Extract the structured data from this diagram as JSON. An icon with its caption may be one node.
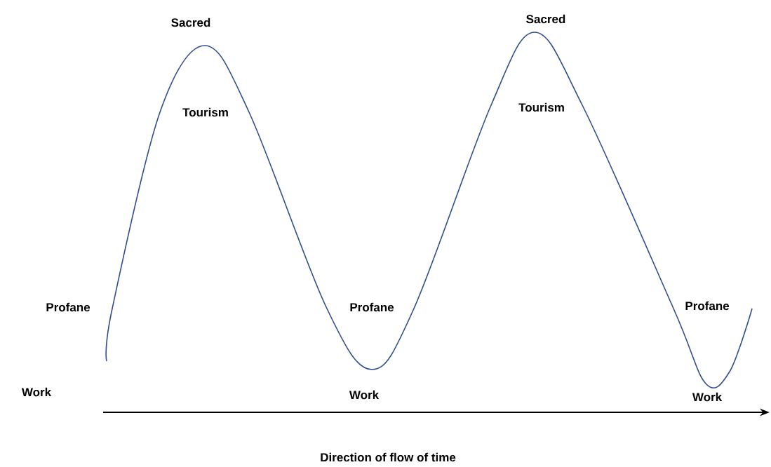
{
  "diagram": {
    "labels": [
      "Sacred",
      "Sacred",
      "Tourism",
      "Tourism",
      "Profane",
      "Profane",
      "Profane",
      "Work",
      "Work",
      "Work",
      "Direction of flow of time"
    ]
  }
}
